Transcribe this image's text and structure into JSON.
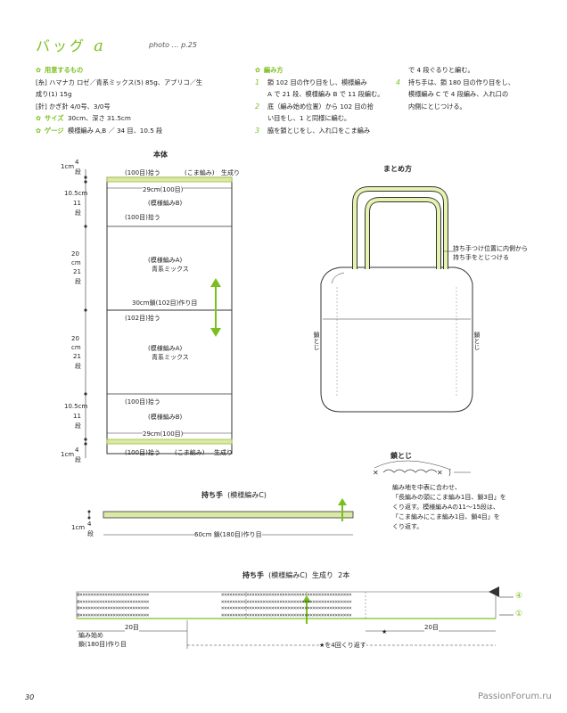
{
  "header": {
    "title": "バッグ",
    "title_letter": "a",
    "photo_ref": "photo … p.25"
  },
  "materials": {
    "heading": "用意するもの",
    "yarn": "[糸] ハマナカ ロゼ／青系ミックス(5) 85g、アプリコ／生",
    "yarn2": "成り(1) 15g",
    "needle": "[針] かぎ針 4/0号、3/0号",
    "size_label": "サイズ",
    "size": "30cm、深さ 31.5cm",
    "gauge_label": "ゲージ",
    "gauge": "模様編み A,B ／ 34 目、10.5 段"
  },
  "method": {
    "heading": "編み方",
    "steps": [
      {
        "n": "1",
        "l1": "鎖 102 目の作り目をし、模様編み",
        "l2": "A で 21 段、模様編み B で 11 段編む。"
      },
      {
        "n": "2",
        "l1": "底（編み始め位置）から 102 目の拾",
        "l2": "い目をし、1 と同様に編む。"
      },
      {
        "n": "3",
        "l1": "脇を鎖とじをし、入れ口をこま編み",
        "l2": ""
      },
      {
        "n": "4",
        "l1": "持ち手は、鎖 180 目の作り目をし、",
        "l2": "模様編み C で 4 段編み、入れ口の",
        "l3": "内側にとじつける。"
      }
    ],
    "step3_cont": "で 4 段ぐるりと編む。"
  },
  "body_diagram": {
    "title": "本体",
    "top_pick": "(100目)拾う",
    "top_koma": "(こま編み)",
    "top_color": "生成り",
    "w1": "29cm(100目)",
    "patB": "(模様編みB)",
    "pick100": "(100目)拾う",
    "patA": "(模様編みA)",
    "blue": "青系ミックス",
    "chain": "30cm鎖(102目)作り目",
    "pick102": "(102目)拾う",
    "bot_pick": "(100目)拾う",
    "bot_koma": "(こま編み)",
    "bot_color": "生成り",
    "d_1cm": "1cm",
    "d_4": "4",
    "d_dan": "段",
    "d_105": "10.5cm",
    "d_11": "11",
    "d_20": "20",
    "d_cm": "cm",
    "d_21": "21"
  },
  "assembly": {
    "title": "まとめ方",
    "handle_note1": "持ち手つけ位置に内側から",
    "handle_note2": "持ち手をとじつける",
    "side": "鎖とじ"
  },
  "chain_close": {
    "title": "鎖とじ",
    "n1": "編み地を中表に合わせ、",
    "n2": "「長編みの頭にこま編み1目、鎖3目」を",
    "n3": "くり返す。模様編みAの11〜15段は、",
    "n4": "「こま編みにこま編み1目、鎖4目」を",
    "n5": "くり返す。"
  },
  "handle1": {
    "title": "持ち手",
    "pattern": "(模様編みC)",
    "dim": "1cm",
    "rows": "4",
    "dan": "段",
    "length": "60cm 鎖(180目)作り目"
  },
  "handle2": {
    "title": "持ち手",
    "pattern": "(模様編みC)",
    "color": "生成り",
    "count": "2本",
    "twenty": "20目",
    "start1": "編み始め",
    "start2": "鎖(180目)作り目",
    "repeat": "★を4回くり返す",
    "row4": "④",
    "row1": "①",
    "star": "★"
  },
  "footer": {
    "page": "30",
    "watermark": "PassionForum.ru"
  }
}
